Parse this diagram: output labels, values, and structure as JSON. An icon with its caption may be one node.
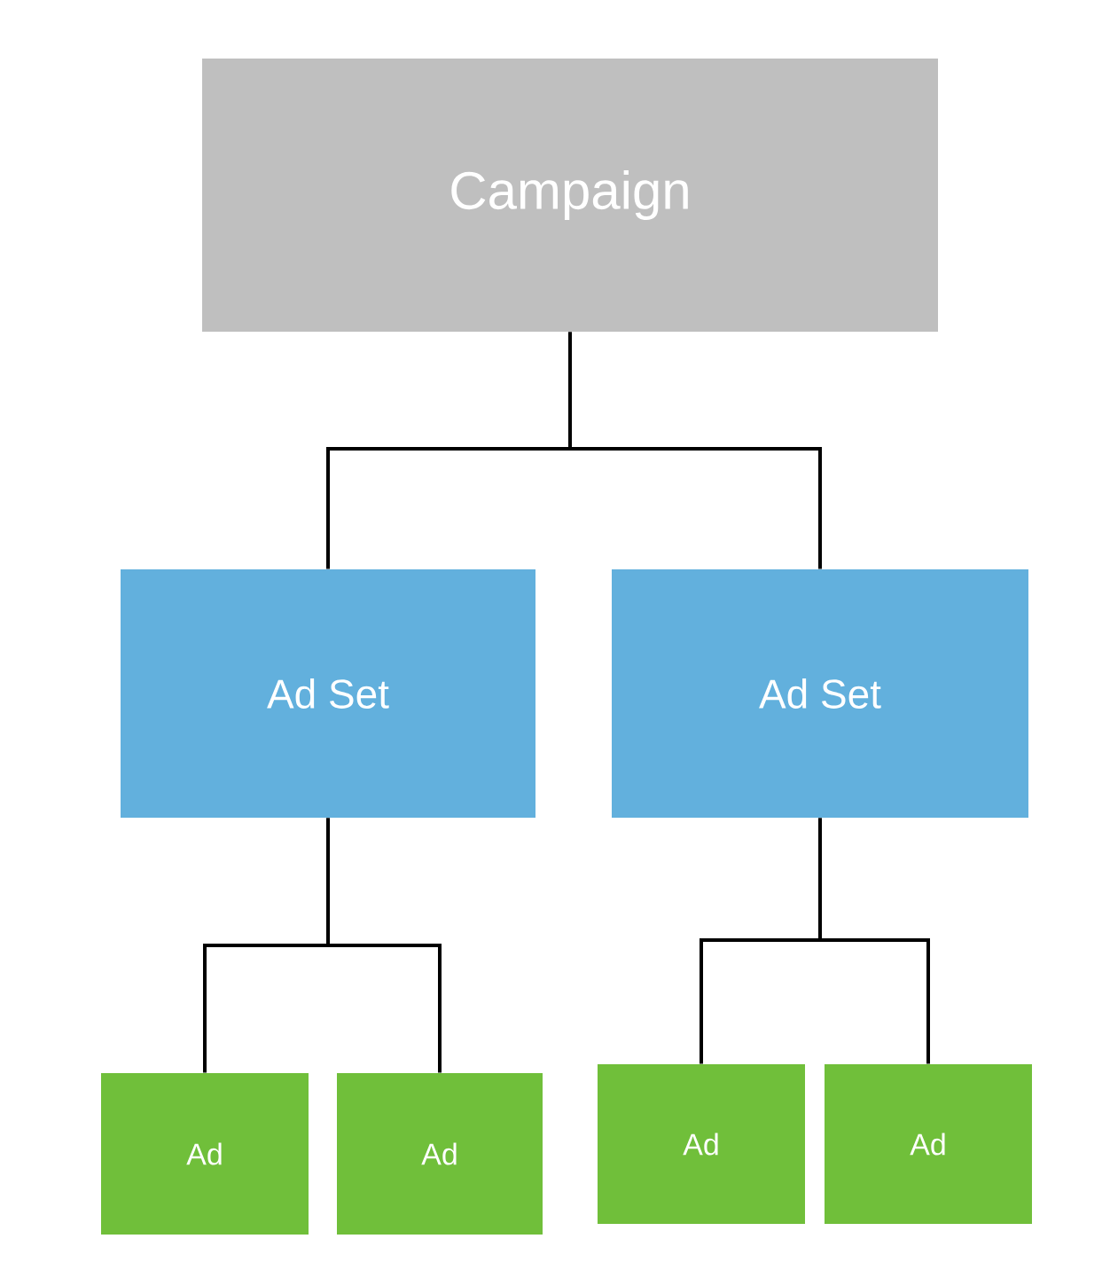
{
  "diagram": {
    "nodes": [
      {
        "text": [
          "Campaign"
        ]
      },
      {
        "text": [
          "Ad Set"
        ]
      },
      {
        "text": [
          "Ad Set"
        ]
      },
      {
        "text": [
          "Ad"
        ]
      },
      {
        "text": [
          "Ad"
        ]
      },
      {
        "text": [
          "Ad"
        ]
      },
      {
        "text": [
          "Ad"
        ]
      }
    ],
    "edges": [
      {
        "from": 0,
        "to": 1,
        "arrow": "none"
      },
      {
        "from": 0,
        "to": 2,
        "arrow": "none"
      },
      {
        "from": 1,
        "to": 3,
        "arrow": "none"
      },
      {
        "from": 1,
        "to": 4,
        "arrow": "none"
      },
      {
        "from": 2,
        "to": 5,
        "arrow": "none"
      },
      {
        "from": 2,
        "to": 6,
        "arrow": "none"
      }
    ]
  }
}
